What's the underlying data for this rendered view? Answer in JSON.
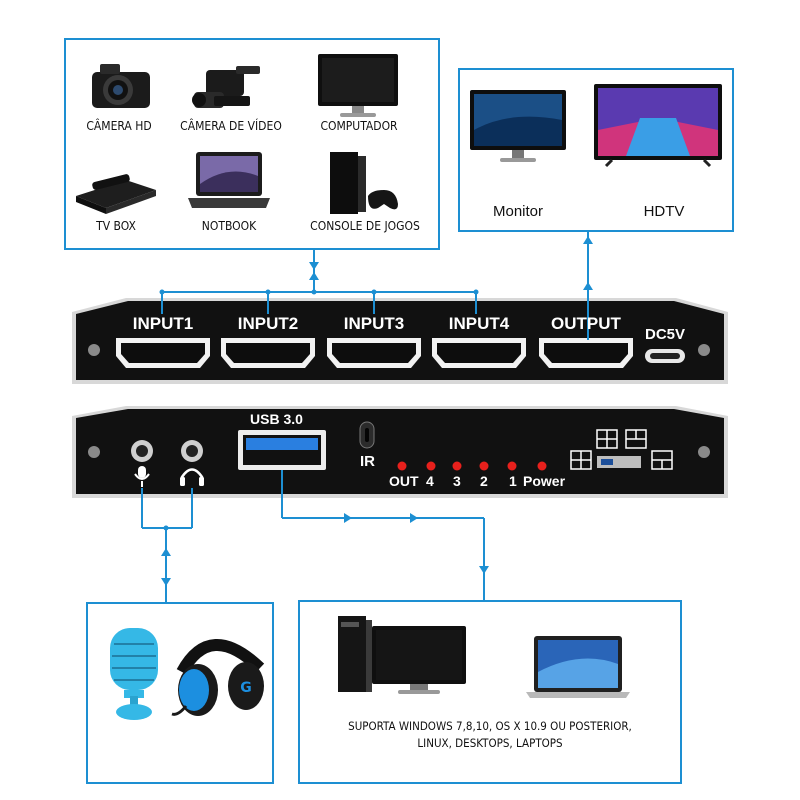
{
  "sources": {
    "items": [
      {
        "label": "CÂMERA HD",
        "icon": "dslr-camera-icon"
      },
      {
        "label": "CÂMERA DE VÍDEO",
        "icon": "video-camera-icon"
      },
      {
        "label": "COMPUTADOR",
        "icon": "computer-monitor-icon"
      },
      {
        "label": "TV BOX",
        "icon": "tv-box-icon"
      },
      {
        "label": "NOTBOOK",
        "icon": "laptop-icon"
      },
      {
        "label": "CONSOLE DE JOGOS",
        "icon": "game-console-icon"
      }
    ]
  },
  "displays": {
    "items": [
      {
        "label": "Monitor",
        "icon": "monitor-icon"
      },
      {
        "label": "HDTV",
        "icon": "hdtv-icon"
      }
    ]
  },
  "front_panel": {
    "ports": [
      "INPUT1",
      "INPUT2",
      "INPUT3",
      "INPUT4",
      "OUTPUT"
    ],
    "power_label": "DC5V"
  },
  "rear_panel": {
    "usb_label": "USB 3.0",
    "ir_label": "IR",
    "led_labels": [
      "OUT",
      "4",
      "3",
      "2",
      "1",
      "Power"
    ],
    "led_color": "#e8201c"
  },
  "bottom_right": {
    "line1": "SUPORTA WINDOWS 7,8,10, OS X 10.9 OU POSTERIOR,",
    "line2": "LINUX, DESKTOPS, LAPTOPS"
  },
  "colors": {
    "connector": "#1d8fd2",
    "panel": "#101010",
    "usb_blue": "#2a7fe0"
  }
}
